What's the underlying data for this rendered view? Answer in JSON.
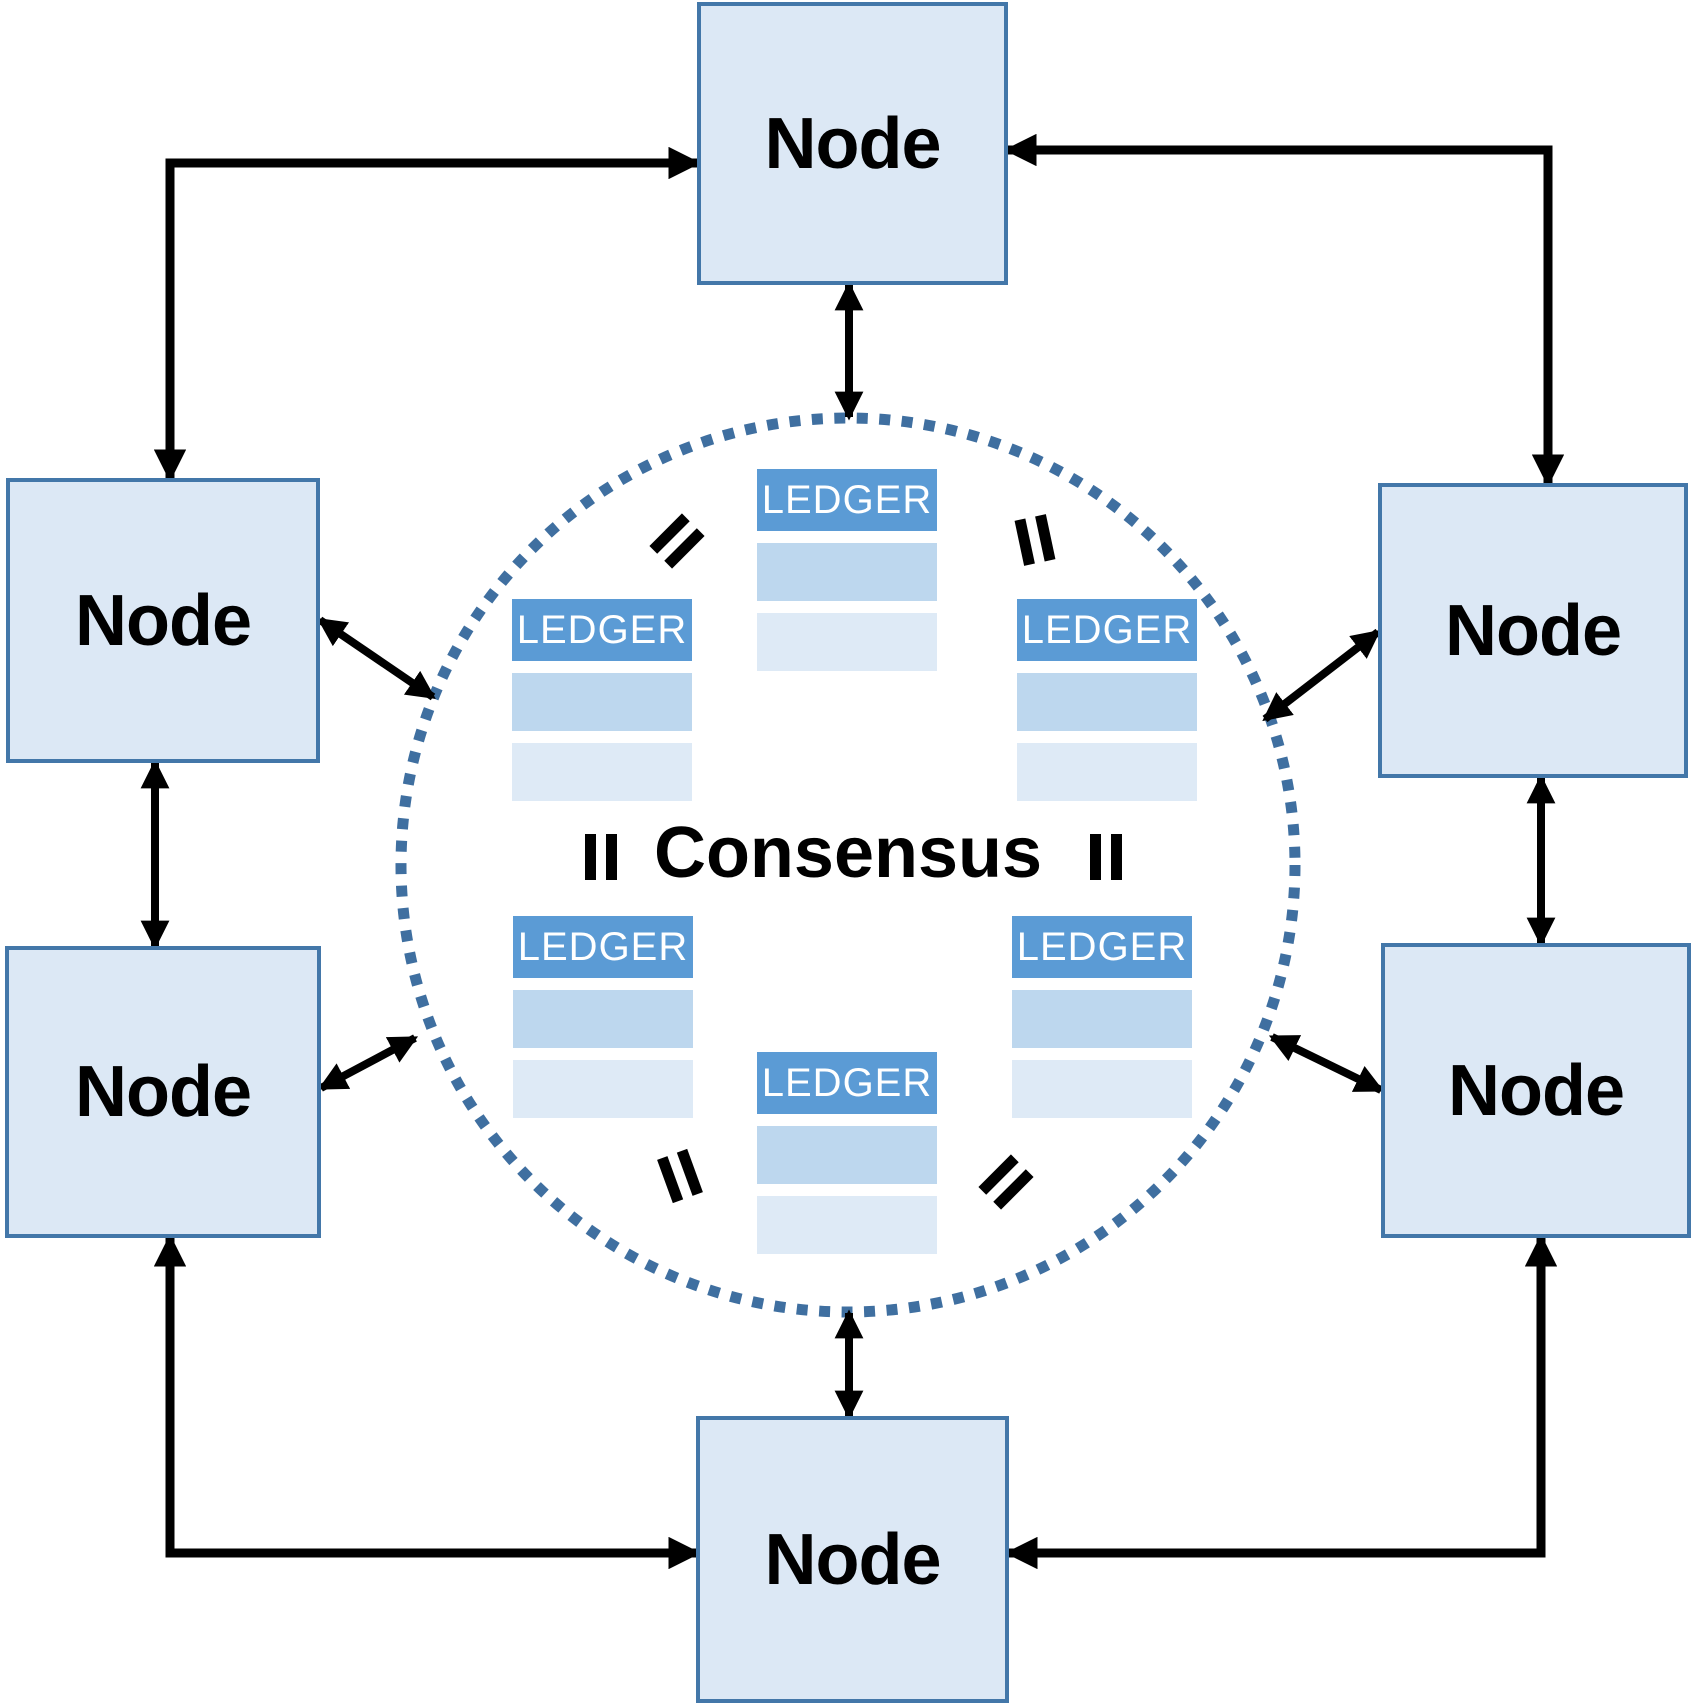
{
  "labels": {
    "consensus": "Consensus"
  },
  "nodes": [
    {
      "id": "top",
      "label": "Node"
    },
    {
      "id": "upper-left",
      "label": "Node"
    },
    {
      "id": "upper-right",
      "label": "Node"
    },
    {
      "id": "lower-left",
      "label": "Node"
    },
    {
      "id": "lower-right",
      "label": "Node"
    },
    {
      "id": "bottom",
      "label": "Node"
    }
  ],
  "ledgers": [
    {
      "id": "top",
      "header": "LEDGER",
      "row_count": 2
    },
    {
      "id": "middle-left",
      "header": "LEDGER",
      "row_count": 2
    },
    {
      "id": "middle-right",
      "header": "LEDGER",
      "row_count": 2
    },
    {
      "id": "lower-left",
      "header": "LEDGER",
      "row_count": 2
    },
    {
      "id": "lower-right",
      "header": "LEDGER",
      "row_count": 2
    },
    {
      "id": "bottom",
      "header": "LEDGER",
      "row_count": 2
    }
  ],
  "equals_signs": [
    {
      "id": "upper-left",
      "symbol": "="
    },
    {
      "id": "upper-right",
      "symbol": "="
    },
    {
      "id": "middle-left",
      "symbol": "="
    },
    {
      "id": "middle-right",
      "symbol": "="
    },
    {
      "id": "lower-left",
      "symbol": "="
    },
    {
      "id": "lower-right",
      "symbol": "="
    }
  ],
  "connections": [
    {
      "from": "node-upper-left",
      "to": "node-top",
      "type": "bidirectional-elbow"
    },
    {
      "from": "node-top",
      "to": "node-upper-right",
      "type": "bidirectional-elbow"
    },
    {
      "from": "node-lower-left",
      "to": "node-bottom",
      "type": "bidirectional-elbow"
    },
    {
      "from": "node-bottom",
      "to": "node-lower-right",
      "type": "bidirectional-elbow"
    },
    {
      "from": "node-upper-left",
      "to": "node-lower-left",
      "type": "bidirectional"
    },
    {
      "from": "node-upper-right",
      "to": "node-lower-right",
      "type": "bidirectional"
    },
    {
      "from": "node-top",
      "to": "consensus-circle",
      "type": "bidirectional"
    },
    {
      "from": "node-bottom",
      "to": "consensus-circle",
      "type": "bidirectional"
    },
    {
      "from": "node-upper-left",
      "to": "consensus-circle",
      "type": "bidirectional"
    },
    {
      "from": "node-lower-left",
      "to": "consensus-circle",
      "type": "bidirectional"
    },
    {
      "from": "node-upper-right",
      "to": "consensus-circle",
      "type": "bidirectional"
    },
    {
      "from": "node-lower-right",
      "to": "consensus-circle",
      "type": "bidirectional"
    }
  ],
  "colors": {
    "node_fill": "#dce8f5",
    "node_border": "#4377a9",
    "ledger_header": "#5b9bd5",
    "ledger_row_1": "#bdd7ee",
    "ledger_row_2": "#deeaf6",
    "circle_dots": "#3f6fa0",
    "arrow": "#000000",
    "text": "#000000",
    "ledger_text": "#ffffff"
  }
}
